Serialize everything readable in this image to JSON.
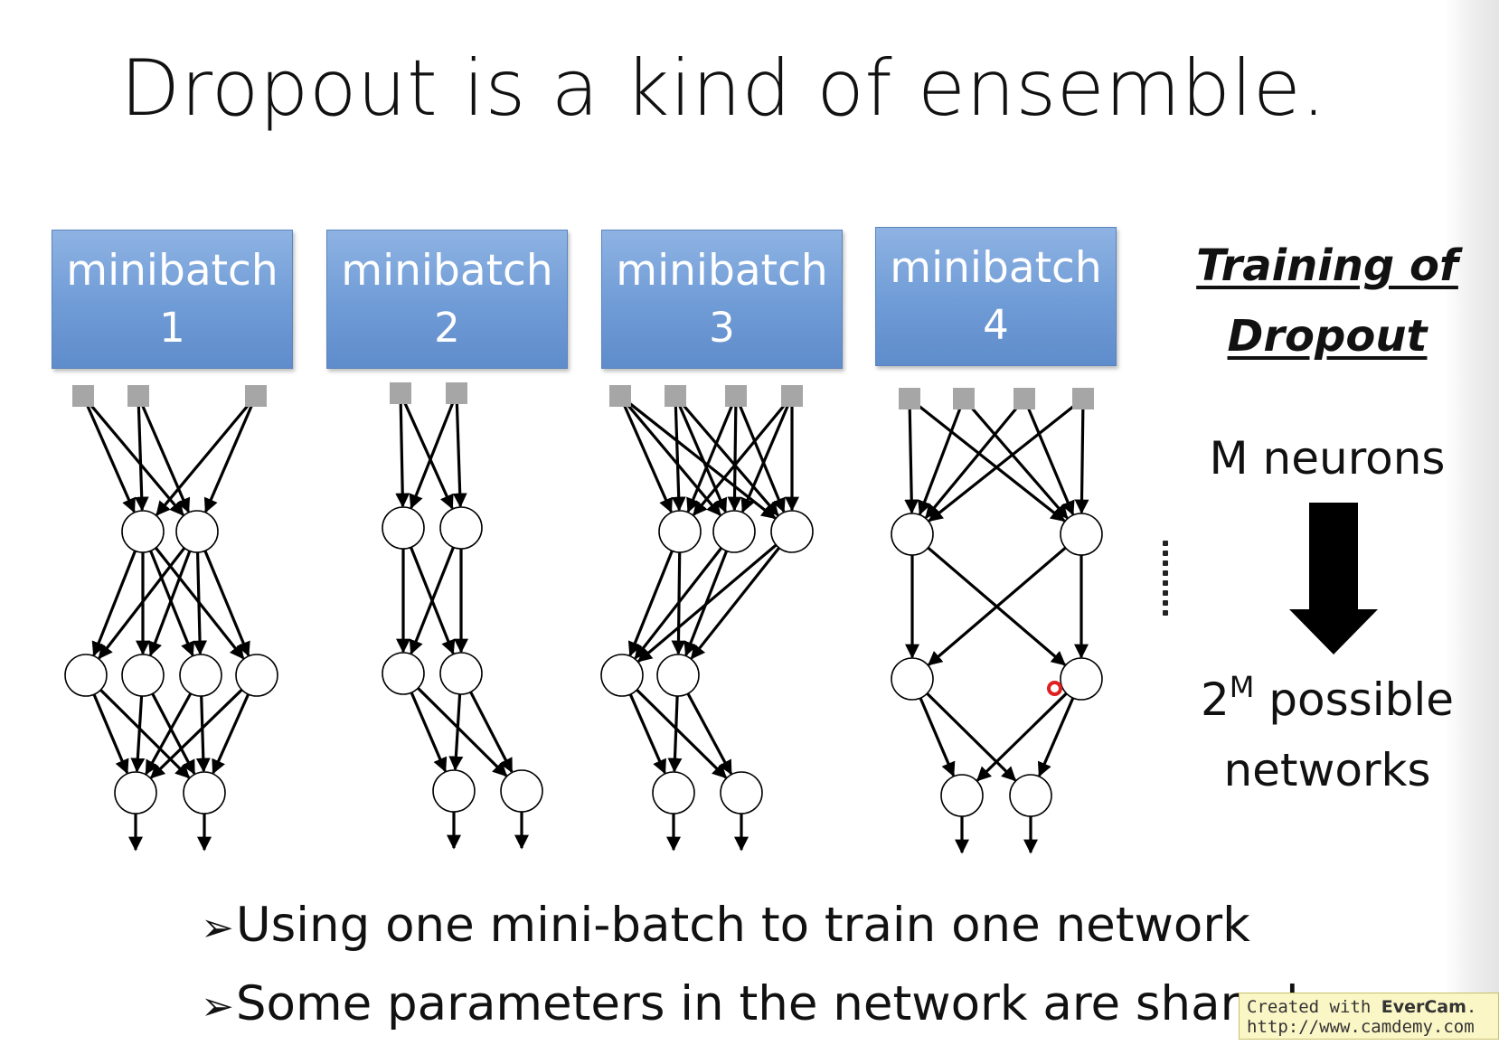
{
  "slide": {
    "title": "Dropout is a kind of ensemble.",
    "minibatches": [
      {
        "label": "minibatch",
        "number": "1"
      },
      {
        "label": "minibatch",
        "number": "2"
      },
      {
        "label": "minibatch",
        "number": "3"
      },
      {
        "label": "minibatch",
        "number": "4"
      }
    ],
    "side": {
      "title_line1": "Training of",
      "title_line2": "Dropout",
      "neurons": "M neurons",
      "base": "2",
      "exponent": "M",
      "possible": "possible",
      "networks": "networks"
    },
    "bullets": [
      "Using one mini-batch to train one network",
      "Some parameters in the network are shared"
    ]
  },
  "watermark": {
    "line1_prefix": "Created with",
    "brand": "EverCam",
    "line1_suffix": ".",
    "line2": "http://www.camdemy.com"
  },
  "colors": {
    "box_top": "#8eb3e3",
    "box_bottom": "#5f8ccb",
    "input_node": "#a6a6a6",
    "pointer": "#e02020"
  }
}
